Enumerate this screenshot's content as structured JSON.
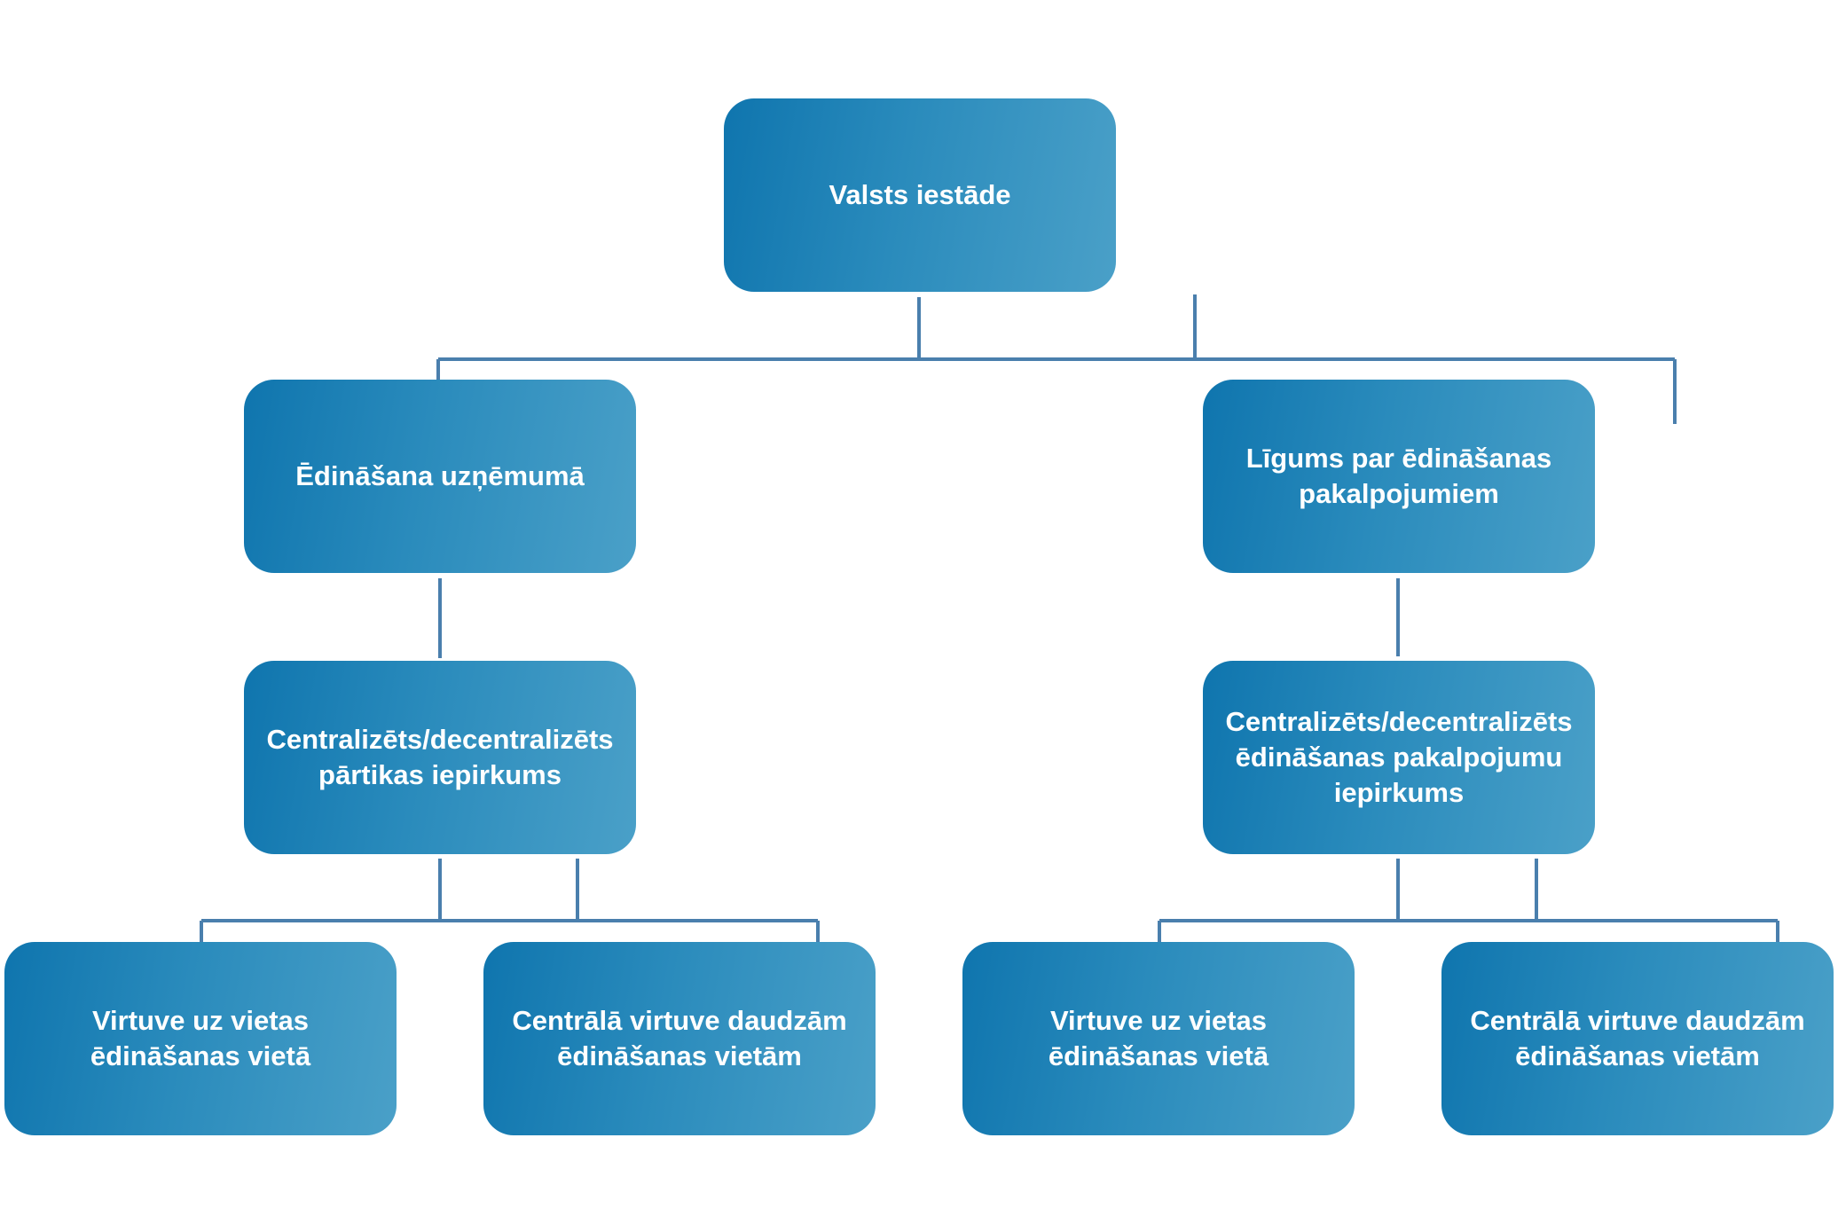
{
  "diagram": {
    "root": {
      "label": "Valsts iestāde"
    },
    "branches": [
      {
        "label": "Ēdināšana uzņēmumā",
        "procurement": {
          "label": "Centralizēts/decentralizēts\npārtikas iepirkums"
        },
        "options": [
          {
            "label": "Virtuve uz vietas\nēdināšanas vietā"
          },
          {
            "label": "Centrālā virtuve daudzām\nēdināšanas vietām"
          }
        ]
      },
      {
        "label": "Līgums par ēdināšanas\npakalpojumiem",
        "procurement": {
          "label": "Centralizēts/decentralizēts\nēdināšanas pakalpojumu\niepirkums"
        },
        "options": [
          {
            "label": "Virtuve uz vietas\nēdināšanas vietā"
          },
          {
            "label": "Centrālā virtuve daudzām\nēdināšanas vietām"
          }
        ]
      }
    ]
  },
  "colors": {
    "box_gradient_start": "#0f75ae",
    "box_gradient_end": "#4aa0c8",
    "connector": "#4a7fad",
    "text": "#ffffff"
  }
}
